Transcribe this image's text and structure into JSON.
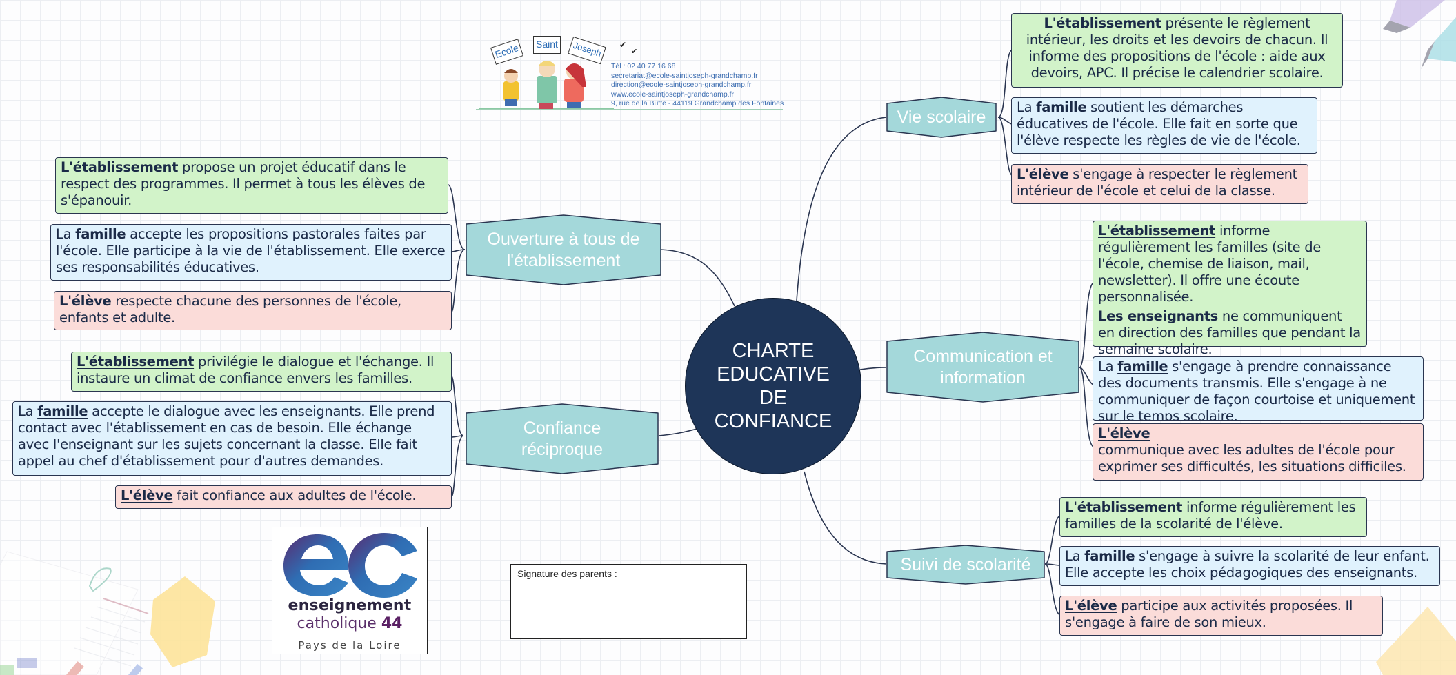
{
  "header": {
    "school_signs": [
      "Ecole",
      "Saint",
      "Joseph"
    ],
    "contact": {
      "phone": "Tél : 02 40 77 16 68",
      "email_secretariat": "secretariat@ecole-saintjoseph-grandchamp.fr",
      "email_direction": "direction@ecole-saintjoseph-grandchamp.fr",
      "website": "www.ecole-saintjoseph-grandchamp.fr",
      "address": "9, rue de la Butte - 44119 Grandchamp des Fontaines"
    }
  },
  "center": {
    "title": "CHARTE\nEDUCATIVE\nDE\nCONFIANCE"
  },
  "colors": {
    "center": "#1e3558",
    "topic": "#a4d8da",
    "etablissement": "#d2f3c9",
    "famille": "#e0f2fd",
    "eleve": "#fbdcd9",
    "lines": "#2a3550"
  },
  "branches": {
    "ouverture": {
      "topic": "Ouverture à tous de\nl'établissement",
      "etablissement": {
        "kw": "L'établissement",
        "text": " propose un projet éducatif dans le respect des programmes. Il permet à tous les élèves de s'épanouir."
      },
      "famille": {
        "pre": "La ",
        "kw": "famille",
        "text": " accepte les propositions pastorales faites par l'école. Elle participe à la vie de l'établissement. Elle exerce ses responsabilités éducatives."
      },
      "eleve": {
        "kw": "L'élève",
        "text": " respecte chacune des personnes de l'école, enfants et adulte."
      }
    },
    "confiance": {
      "topic": "Confiance\nréciproque",
      "etablissement": {
        "kw": "L'établissement",
        "text": " privilégie le dialogue et l'échange. Il instaure un climat de confiance envers les familles."
      },
      "famille": {
        "pre": "La ",
        "kw": "famille",
        "text": " accepte le dialogue avec les enseignants. Elle prend contact avec l'établissement en cas de besoin. Elle échange avec l'enseignant sur les sujets concernant la classe. Elle fait appel au chef d'établissement pour d'autres demandes."
      },
      "eleve": {
        "kw": "L'élève",
        "text": " fait confiance aux adultes de l'école."
      }
    },
    "vie_scolaire": {
      "topic": "Vie scolaire",
      "etablissement": {
        "kw": "L'établissement",
        "text": " présente le règlement intérieur, les droits et les devoirs de chacun. Il informe des propositions de l'école : aide aux devoirs, APC. Il précise le calendrier scolaire."
      },
      "famille": {
        "pre": "La ",
        "kw": "famille",
        "text": " soutient les démarches éducatives de l'école. Elle fait en sorte que l'élève respecte les règles de vie de l'école."
      },
      "eleve": {
        "kw": "L'élève",
        "text": " s'engage à respecter le règlement intérieur de l'école et celui de la classe."
      }
    },
    "communication": {
      "topic": "Communication et\ninformation",
      "etablissement": {
        "kw": "L'établissement",
        "text": " informe régulièrement les familles (site de l'école, chemise de liaison, mail, newsletter). Il offre une écoute personnalisée."
      },
      "enseignants": {
        "kw": "Les enseignants",
        "text": " ne communiquent en direction des familles que pendant la semaine scolaire."
      },
      "famille": {
        "pre": "La ",
        "kw": "famille",
        "text": " s'engage à prendre connaissance des documents transmis. Elle s'engage à  ne communiquer de façon courtoise et uniquement sur le temps scolaire."
      },
      "eleve": {
        "kw": "L'élève",
        "text": "communique avec les adultes de l'école pour exprimer ses difficultés, les situations difficiles."
      }
    },
    "suivi": {
      "topic": "Suivi de scolarité",
      "etablissement": {
        "kw": "L'établissement",
        "text": " informe  régulièrement les familles de la scolarité de l'élève."
      },
      "famille": {
        "pre": "La ",
        "kw": "famille",
        "text": " s'engage à suivre la scolarité de leur enfant. Elle accepte les choix pédagogiques des enseignants."
      },
      "eleve": {
        "kw": "L'élève",
        "text": " participe aux activités proposées. Il s'engage à faire de son mieux."
      }
    }
  },
  "logo_ec": {
    "line1": "enseignement",
    "line2": "catholique",
    "line2_num": "44",
    "line3": "Pays de la Loire"
  },
  "signature": {
    "label": "Signature des parents :"
  }
}
